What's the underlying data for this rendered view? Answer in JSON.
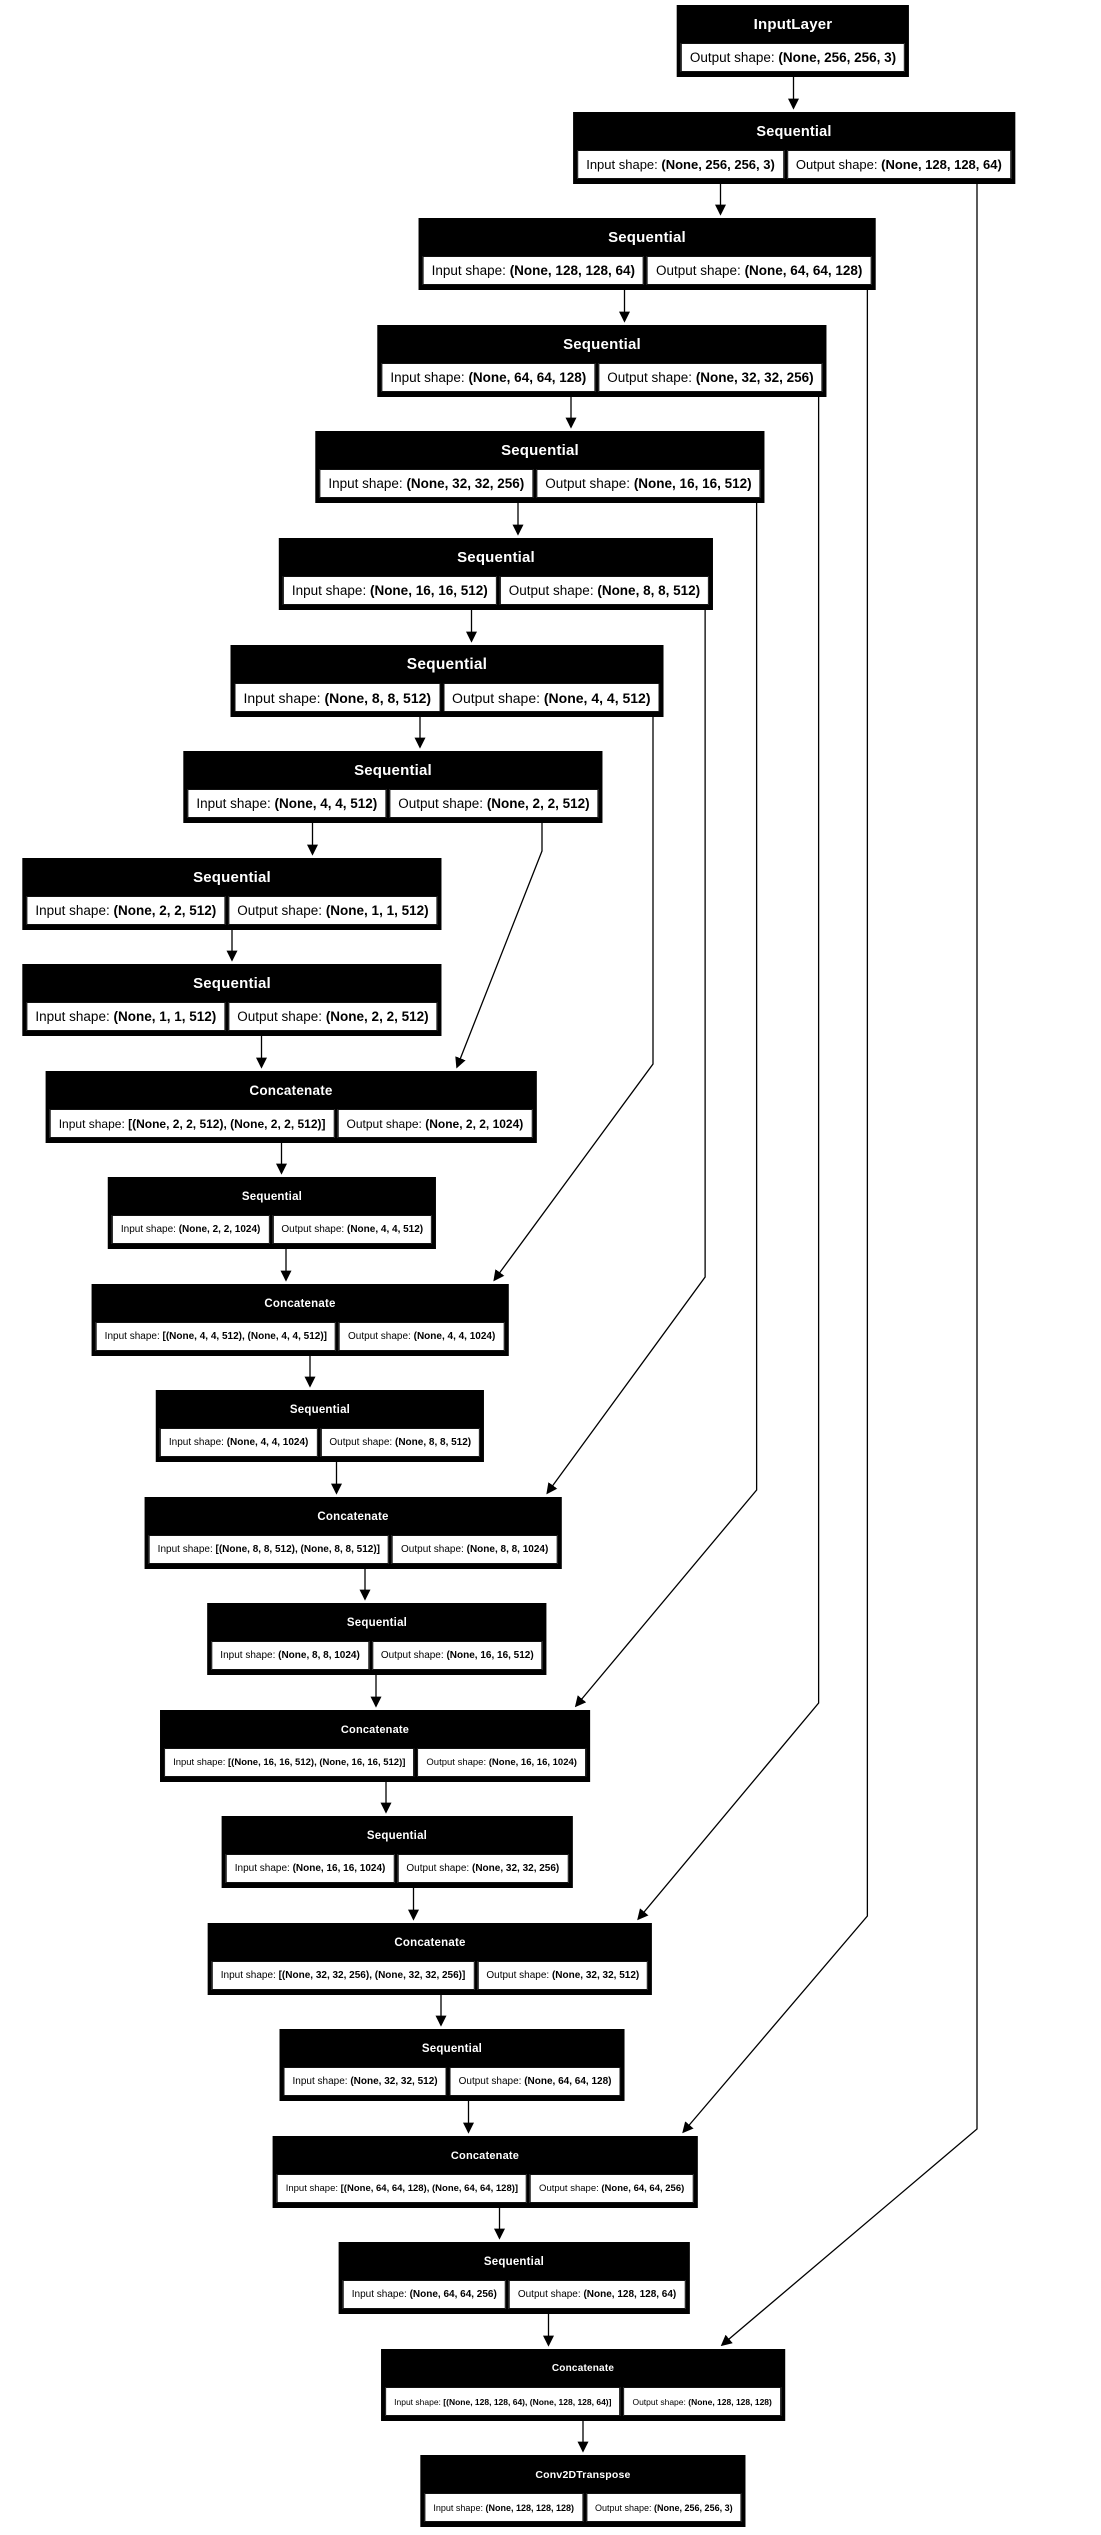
{
  "diagram": {
    "kind": "keras-model-architecture-graph",
    "colors": {
      "background": "#ffffff",
      "node_fill": "#000000",
      "node_title_text": "#ffffff",
      "cell_fill": "#ffffff",
      "cell_text": "#000000",
      "edge": "#000000"
    },
    "nodes": [
      {
        "id": "n1",
        "title": "InputLayer",
        "cells": [
          {
            "label": "Output shape: ",
            "value": "(None, 256, 256, 3)"
          }
        ]
      },
      {
        "id": "n2",
        "title": "Sequential",
        "cells": [
          {
            "label": "Input shape: ",
            "value": "(None, 256, 256, 3)"
          },
          {
            "label": "Output shape: ",
            "value": "(None, 128, 128, 64)"
          }
        ]
      },
      {
        "id": "n3",
        "title": "Sequential",
        "cells": [
          {
            "label": "Input shape: ",
            "value": "(None, 128, 128, 64)"
          },
          {
            "label": "Output shape: ",
            "value": "(None, 64, 64, 128)"
          }
        ]
      },
      {
        "id": "n4",
        "title": "Sequential",
        "cells": [
          {
            "label": "Input shape: ",
            "value": "(None, 64, 64, 128)"
          },
          {
            "label": "Output shape: ",
            "value": "(None, 32, 32, 256)"
          }
        ]
      },
      {
        "id": "n5",
        "title": "Sequential",
        "cells": [
          {
            "label": "Input shape: ",
            "value": "(None, 32, 32, 256)"
          },
          {
            "label": "Output shape: ",
            "value": "(None, 16, 16, 512)"
          }
        ]
      },
      {
        "id": "n6",
        "title": "Sequential",
        "cells": [
          {
            "label": "Input shape: ",
            "value": "(None, 16, 16, 512)"
          },
          {
            "label": "Output shape: ",
            "value": "(None, 8, 8, 512)"
          }
        ]
      },
      {
        "id": "n7",
        "title": "Sequential",
        "cells": [
          {
            "label": "Input shape: ",
            "value": "(None, 8, 8, 512)"
          },
          {
            "label": "Output shape: ",
            "value": "(None, 4, 4, 512)"
          }
        ]
      },
      {
        "id": "n8",
        "title": "Sequential",
        "cells": [
          {
            "label": "Input shape: ",
            "value": "(None, 4, 4, 512)"
          },
          {
            "label": "Output shape: ",
            "value": "(None, 2, 2, 512)"
          }
        ]
      },
      {
        "id": "n9",
        "title": "Sequential",
        "cells": [
          {
            "label": "Input shape: ",
            "value": "(None, 2, 2, 512)"
          },
          {
            "label": "Output shape: ",
            "value": "(None, 1, 1, 512)"
          }
        ]
      },
      {
        "id": "n10",
        "title": "Sequential",
        "cells": [
          {
            "label": "Input shape: ",
            "value": "(None, 1, 1, 512)"
          },
          {
            "label": "Output shape: ",
            "value": "(None, 2, 2, 512)"
          }
        ]
      },
      {
        "id": "n11",
        "title": "Concatenate",
        "cells": [
          {
            "label": "Input shape: ",
            "value": "[(None, 2, 2, 512), (None, 2, 2, 512)]"
          },
          {
            "label": "Output shape: ",
            "value": "(None, 2, 2, 1024)"
          }
        ]
      },
      {
        "id": "n12",
        "title": "Sequential",
        "cells": [
          {
            "label": "Input shape: ",
            "value": "(None, 2, 2, 1024)"
          },
          {
            "label": "Output shape: ",
            "value": "(None, 4, 4, 512)"
          }
        ]
      },
      {
        "id": "n13",
        "title": "Concatenate",
        "cells": [
          {
            "label": "Input shape: ",
            "value": "[(None, 4, 4, 512), (None, 4, 4, 512)]"
          },
          {
            "label": "Output shape: ",
            "value": "(None, 4, 4, 1024)"
          }
        ]
      },
      {
        "id": "n14",
        "title": "Sequential",
        "cells": [
          {
            "label": "Input shape: ",
            "value": "(None, 4, 4, 1024)"
          },
          {
            "label": "Output shape: ",
            "value": "(None, 8, 8, 512)"
          }
        ]
      },
      {
        "id": "n15",
        "title": "Concatenate",
        "cells": [
          {
            "label": "Input shape: ",
            "value": "[(None, 8, 8, 512), (None, 8, 8, 512)]"
          },
          {
            "label": "Output shape: ",
            "value": "(None, 8, 8, 1024)"
          }
        ]
      },
      {
        "id": "n16",
        "title": "Sequential",
        "cells": [
          {
            "label": "Input shape: ",
            "value": "(None, 8, 8, 1024)"
          },
          {
            "label": "Output shape: ",
            "value": "(None, 16, 16, 512)"
          }
        ]
      },
      {
        "id": "n17",
        "title": "Concatenate",
        "cells": [
          {
            "label": "Input shape: ",
            "value": "[(None, 16, 16, 512), (None, 16, 16, 512)]"
          },
          {
            "label": "Output shape: ",
            "value": "(None, 16, 16, 1024)"
          }
        ]
      },
      {
        "id": "n18",
        "title": "Sequential",
        "cells": [
          {
            "label": "Input shape: ",
            "value": "(None, 16, 16, 1024)"
          },
          {
            "label": "Output shape: ",
            "value": "(None, 32, 32, 256)"
          }
        ]
      },
      {
        "id": "n19",
        "title": "Concatenate",
        "cells": [
          {
            "label": "Input shape: ",
            "value": "[(None, 32, 32, 256), (None, 32, 32, 256)]"
          },
          {
            "label": "Output shape: ",
            "value": "(None, 32, 32, 512)"
          }
        ]
      },
      {
        "id": "n20",
        "title": "Sequential",
        "cells": [
          {
            "label": "Input shape: ",
            "value": "(None, 32, 32, 512)"
          },
          {
            "label": "Output shape: ",
            "value": "(None, 64, 64, 128)"
          }
        ]
      },
      {
        "id": "n21",
        "title": "Concatenate",
        "cells": [
          {
            "label": "Input shape: ",
            "value": "[(None, 64, 64, 128), (None, 64, 64, 128)]"
          },
          {
            "label": "Output shape: ",
            "value": "(None, 64, 64, 256)"
          }
        ]
      },
      {
        "id": "n22",
        "title": "Sequential",
        "cells": [
          {
            "label": "Input shape: ",
            "value": "(None, 64, 64, 256)"
          },
          {
            "label": "Output shape: ",
            "value": "(None, 128, 128, 64)"
          }
        ]
      },
      {
        "id": "n23",
        "title": "Concatenate",
        "cells": [
          {
            "label": "Input shape: ",
            "value": "[(None, 128, 128, 64), (None, 128, 128, 64)]"
          },
          {
            "label": "Output shape: ",
            "value": "(None, 128, 128, 128)"
          }
        ]
      },
      {
        "id": "n24",
        "title": "Conv2DTranspose",
        "cells": [
          {
            "label": "Input shape: ",
            "value": "(None, 128, 128, 128)"
          },
          {
            "label": "Output shape: ",
            "value": "(None, 256, 256, 3)"
          }
        ]
      }
    ],
    "edges": [
      [
        "n1",
        "n2"
      ],
      [
        "n2",
        "n3"
      ],
      [
        "n3",
        "n4"
      ],
      [
        "n4",
        "n5"
      ],
      [
        "n5",
        "n6"
      ],
      [
        "n6",
        "n7"
      ],
      [
        "n7",
        "n8"
      ],
      [
        "n8",
        "n9"
      ],
      [
        "n9",
        "n10"
      ],
      [
        "n10",
        "n11"
      ],
      [
        "n11",
        "n12"
      ],
      [
        "n12",
        "n13"
      ],
      [
        "n13",
        "n14"
      ],
      [
        "n14",
        "n15"
      ],
      [
        "n15",
        "n16"
      ],
      [
        "n16",
        "n17"
      ],
      [
        "n17",
        "n18"
      ],
      [
        "n18",
        "n19"
      ],
      [
        "n19",
        "n20"
      ],
      [
        "n20",
        "n21"
      ],
      [
        "n21",
        "n22"
      ],
      [
        "n22",
        "n23"
      ],
      [
        "n23",
        "n24"
      ],
      [
        "n2",
        "n23"
      ],
      [
        "n3",
        "n21"
      ],
      [
        "n4",
        "n19"
      ],
      [
        "n5",
        "n17"
      ],
      [
        "n6",
        "n15"
      ],
      [
        "n7",
        "n13"
      ],
      [
        "n8",
        "n11"
      ]
    ]
  }
}
